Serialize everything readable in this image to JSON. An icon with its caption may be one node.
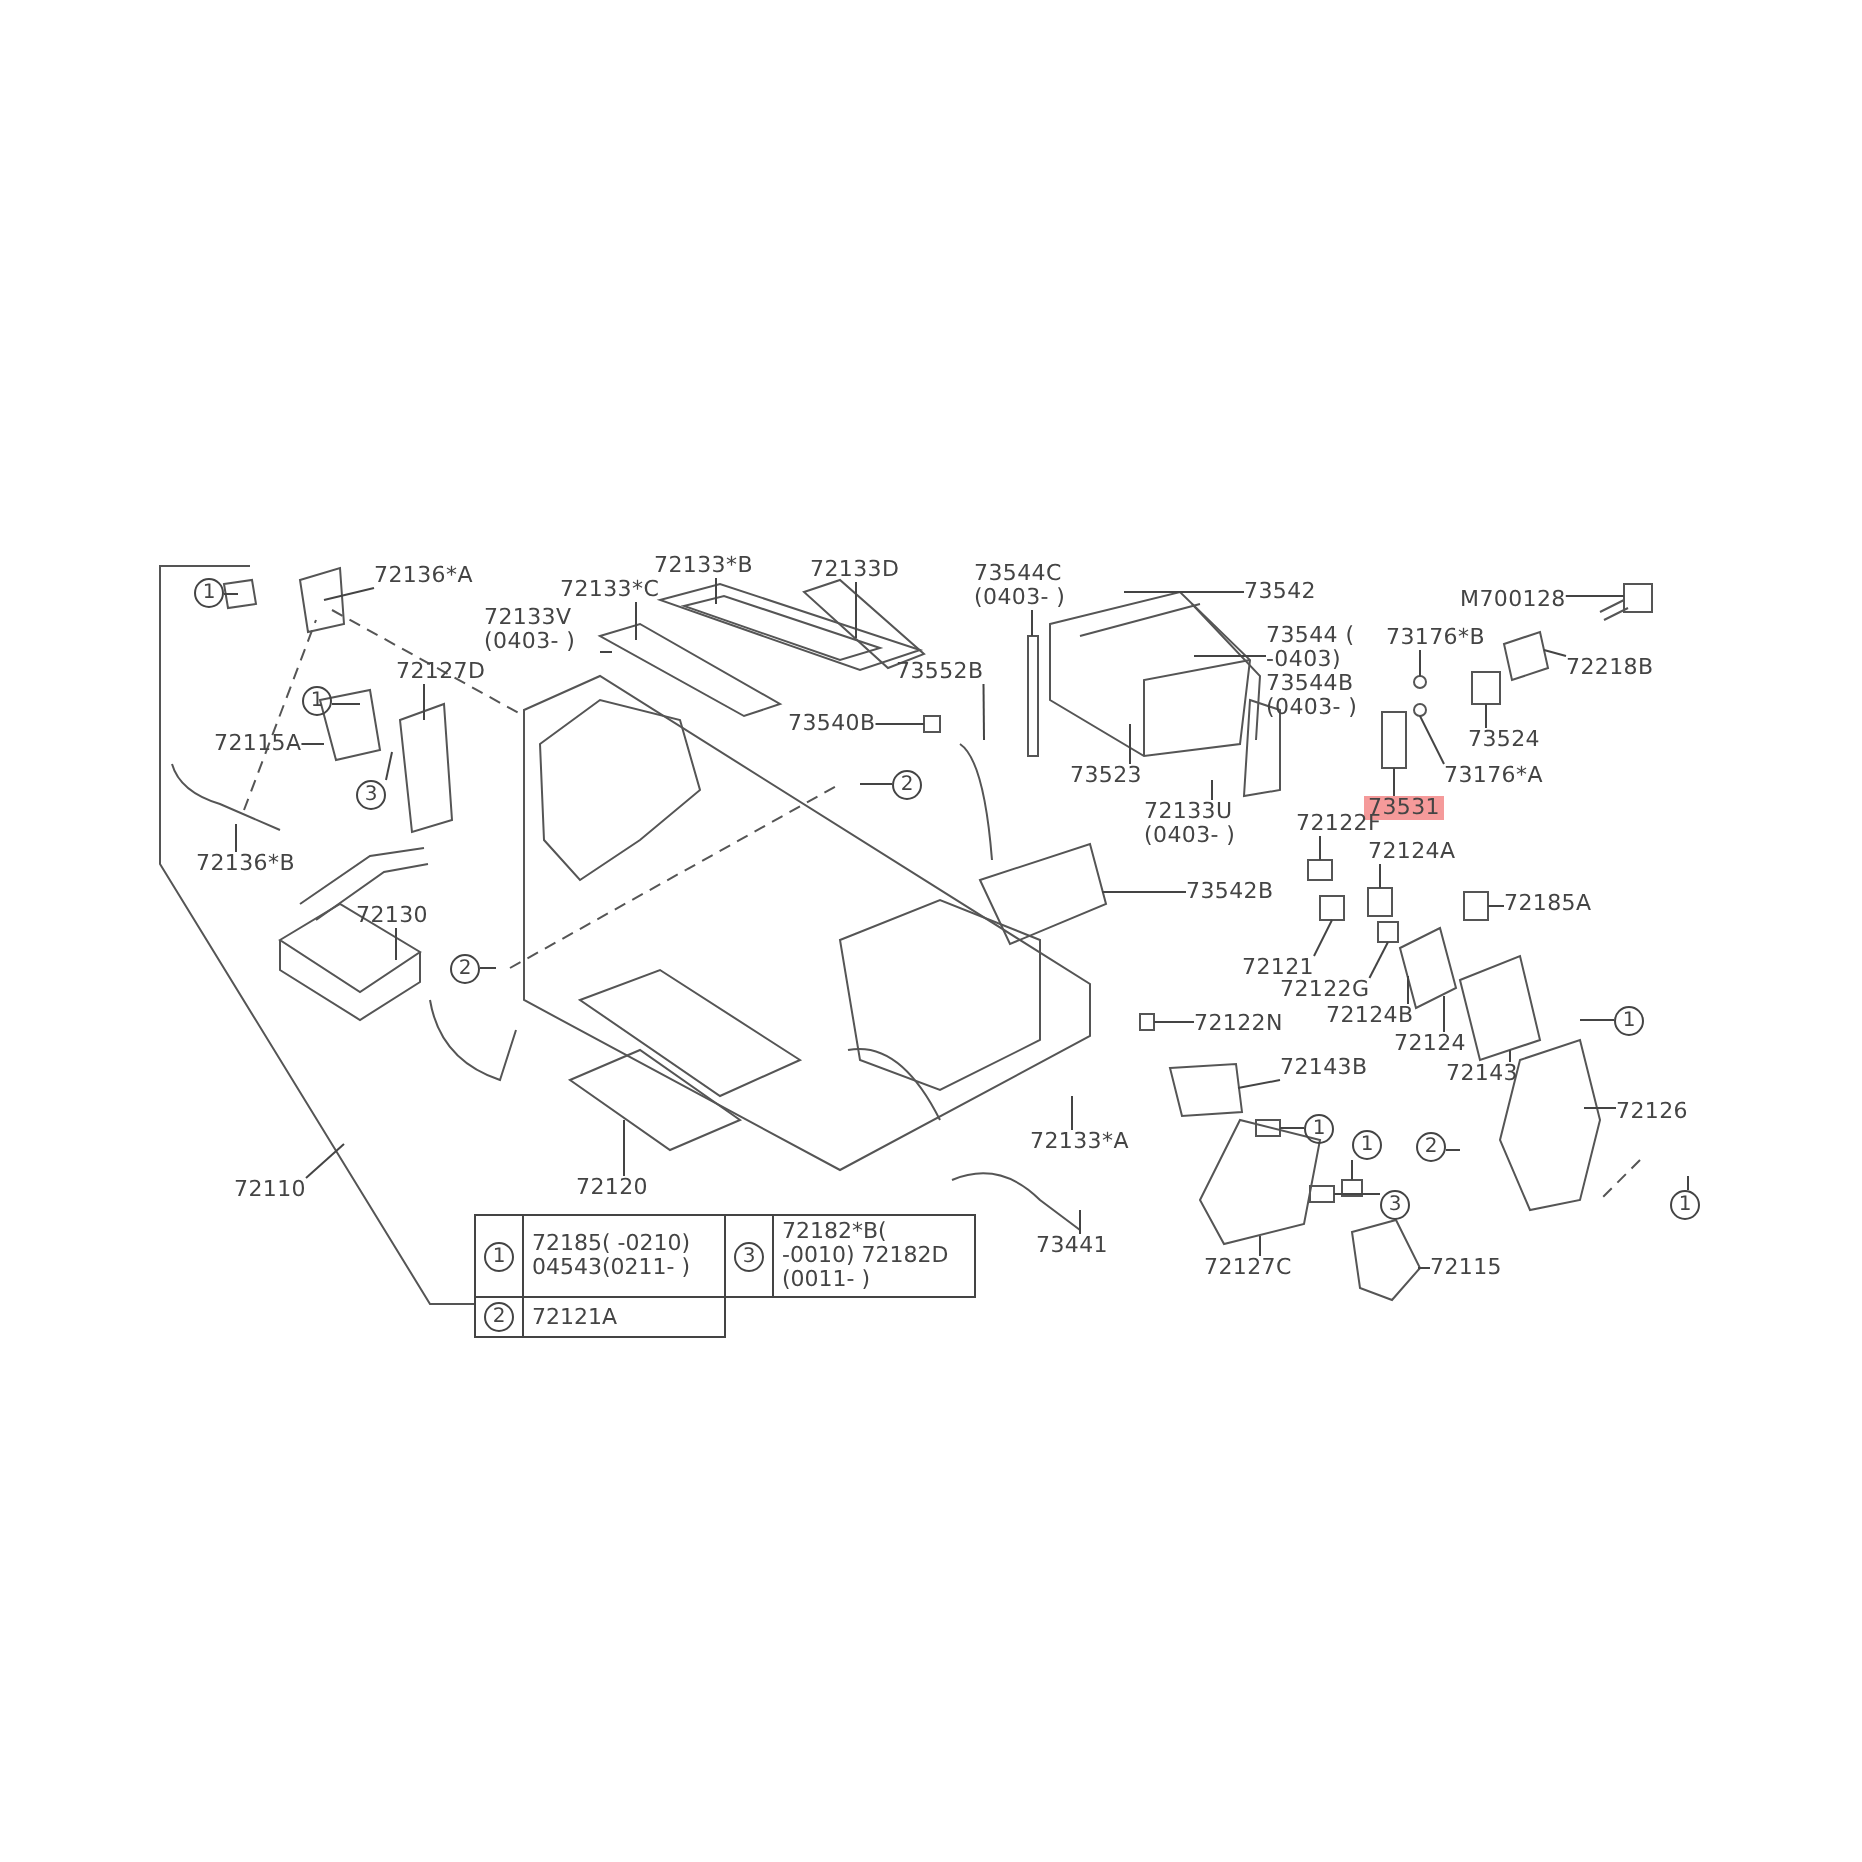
{
  "diagram": {
    "nodes": [
      {
        "text": [
          "1"
        ]
      },
      {
        "text": [
          "72136*A"
        ]
      },
      {
        "text": [
          "72133*B"
        ]
      },
      {
        "text": [
          "72133D"
        ]
      },
      {
        "text": [
          "72133*C"
        ]
      },
      {
        "text": [
          "72133V (0403- )"
        ]
      },
      {
        "text": [
          "72127D"
        ]
      },
      {
        "text": [
          "1"
        ]
      },
      {
        "text": [
          "72115A"
        ]
      },
      {
        "text": [
          "3"
        ]
      },
      {
        "text": [
          "72136*B"
        ]
      },
      {
        "text": [
          "72130"
        ]
      },
      {
        "text": [
          "2"
        ]
      },
      {
        "text": [
          "2"
        ]
      },
      {
        "text": [
          "73552B"
        ]
      },
      {
        "text": [
          "73540B"
        ]
      },
      {
        "text": [
          "73544C (0403- )"
        ]
      },
      {
        "text": [
          "73542"
        ]
      },
      {
        "text": [
          "73544 ( -0403)"
        ]
      },
      {
        "text": [
          "73544B (0403- )"
        ]
      },
      {
        "text": [
          "73523"
        ]
      },
      {
        "text": [
          "72133U (0403- )"
        ]
      },
      {
        "text": [
          "73542B"
        ]
      },
      {
        "text": [
          "M700128"
        ]
      },
      {
        "text": [
          "73176*B"
        ]
      },
      {
        "text": [
          "72218B"
        ]
      },
      {
        "text": [
          "73524"
        ]
      },
      {
        "text": [
          "73176*A"
        ]
      },
      {
        "text": [
          "73531"
        ]
      },
      {
        "text": [
          "72122F"
        ]
      },
      {
        "text": [
          "72124A"
        ]
      },
      {
        "text": [
          "72185A"
        ]
      },
      {
        "text": [
          "72121"
        ]
      },
      {
        "text": [
          "72122G"
        ]
      },
      {
        "text": [
          "72124B"
        ]
      },
      {
        "text": [
          "1"
        ]
      },
      {
        "text": [
          "72124"
        ]
      },
      {
        "text": [
          "72122N"
        ]
      },
      {
        "text": [
          "72143B"
        ]
      },
      {
        "text": [
          "72143"
        ]
      },
      {
        "text": [
          "1"
        ]
      },
      {
        "text": [
          "72126"
        ]
      },
      {
        "text": [
          "1"
        ]
      },
      {
        "text": [
          "2"
        ]
      },
      {
        "text": [
          "72133*A"
        ]
      },
      {
        "text": [
          "3"
        ]
      },
      {
        "text": [
          "1"
        ]
      },
      {
        "text": [
          "72110"
        ]
      },
      {
        "text": [
          "72120"
        ]
      },
      {
        "text": [
          "73441"
        ]
      },
      {
        "text": [
          "72127C"
        ]
      },
      {
        "text": [
          "72115"
        ]
      },
      {
        "text": [
          "1"
        ]
      },
      {
        "text": [
          "3"
        ]
      },
      {
        "text": [
          "2"
        ]
      }
    ],
    "edges": [
      {
        "from": 0,
        "to": null,
        "arrow": "none"
      },
      {
        "from": 1,
        "to": null,
        "arrow": "none"
      },
      {
        "from": 2,
        "to": null,
        "arrow": "none"
      },
      {
        "from": 3,
        "to": null,
        "arrow": "none"
      },
      {
        "from": 4,
        "to": null,
        "arrow": "none"
      },
      {
        "from": 5,
        "to": null,
        "arrow": "none"
      },
      {
        "from": 6,
        "to": null,
        "arrow": "none"
      },
      {
        "from": 7,
        "to": null,
        "arrow": "none"
      },
      {
        "from": 8,
        "to": null,
        "arrow": "none"
      },
      {
        "from": 9,
        "to": null,
        "arrow": "none"
      },
      {
        "from": 10,
        "to": null,
        "arrow": "none"
      },
      {
        "from": 11,
        "to": null,
        "arrow": "none"
      },
      {
        "from": 12,
        "to": null,
        "arrow": "none"
      },
      {
        "from": 13,
        "to": null,
        "arrow": "none"
      },
      {
        "from": 14,
        "to": null,
        "arrow": "none"
      },
      {
        "from": 15,
        "to": null,
        "arrow": "none"
      },
      {
        "from": 16,
        "to": null,
        "arrow": "none"
      },
      {
        "from": 17,
        "to": null,
        "arrow": "none"
      },
      {
        "from": 18,
        "to": null,
        "arrow": "none"
      },
      {
        "from": 20,
        "to": null,
        "arrow": "none"
      },
      {
        "from": 21,
        "to": null,
        "arrow": "none"
      },
      {
        "from": 22,
        "to": null,
        "arrow": "none"
      },
      {
        "from": 23,
        "to": null,
        "arrow": "none"
      },
      {
        "from": 24,
        "to": null,
        "arrow": "none"
      },
      {
        "from": 25,
        "to": null,
        "arrow": "none"
      },
      {
        "from": 26,
        "to": null,
        "arrow": "none"
      },
      {
        "from": 27,
        "to": null,
        "arrow": "none"
      },
      {
        "from": 28,
        "to": null,
        "arrow": "none"
      },
      {
        "from": 29,
        "to": null,
        "arrow": "none"
      },
      {
        "from": 30,
        "to": null,
        "arrow": "none"
      },
      {
        "from": 31,
        "to": null,
        "arrow": "none"
      },
      {
        "from": 32,
        "to": null,
        "arrow": "none"
      },
      {
        "from": 33,
        "to": null,
        "arrow": "none"
      },
      {
        "from": 34,
        "to": null,
        "arrow": "none"
      },
      {
        "from": 35,
        "to": null,
        "arrow": "none"
      },
      {
        "from": 36,
        "to": null,
        "arrow": "none"
      },
      {
        "from": 37,
        "to": null,
        "arrow": "none"
      },
      {
        "from": 38,
        "to": null,
        "arrow": "none"
      },
      {
        "from": 39,
        "to": null,
        "arrow": "none"
      },
      {
        "from": 40,
        "to": null,
        "arrow": "none"
      },
      {
        "from": 41,
        "to": null,
        "arrow": "none"
      },
      {
        "from": 42,
        "to": null,
        "arrow": "none"
      },
      {
        "from": 43,
        "to": null,
        "arrow": "none"
      },
      {
        "from": 44,
        "to": null,
        "arrow": "none"
      },
      {
        "from": 45,
        "to": null,
        "arrow": "none"
      },
      {
        "from": 46,
        "to": null,
        "arrow": "none"
      },
      {
        "from": 47,
        "to": null,
        "arrow": "none"
      },
      {
        "from": 48,
        "to": null,
        "arrow": "none"
      },
      {
        "from": 49,
        "to": null,
        "arrow": "none"
      },
      {
        "from": 50,
        "to": null,
        "arrow": "none"
      },
      {
        "from": 51,
        "to": null,
        "arrow": "none"
      }
    ],
    "labels": [
      "72185( -0210) 04543(0211- )",
      "72182*B( -0010) 72182D (0011- )",
      "72121A"
    ]
  }
}
